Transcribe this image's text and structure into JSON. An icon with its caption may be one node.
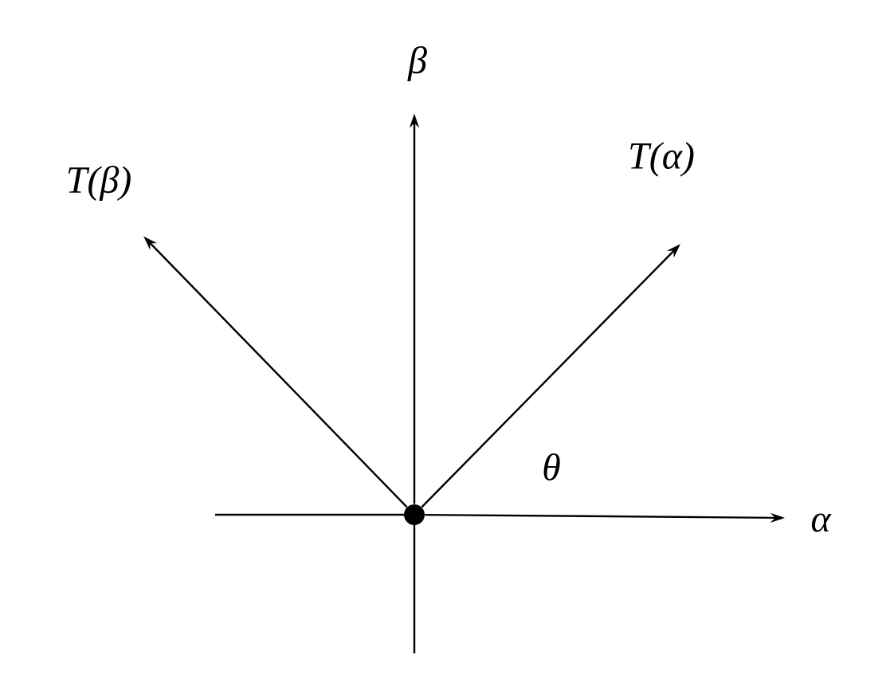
{
  "diagram": {
    "nodes": [
      {
        "text": [],
        "shape": "circle"
      },
      {
        "text": [
          "α"
        ]
      },
      {
        "text": [
          "β"
        ]
      },
      {
        "text": [
          "T(α)"
        ]
      },
      {
        "text": [
          "T(β)"
        ]
      }
    ],
    "edges": [
      {
        "from": 0,
        "to": 1,
        "arrow": "to"
      },
      {
        "from": 0,
        "to": 2,
        "arrow": "to"
      },
      {
        "from": 0,
        "to": 3,
        "arrow": "to"
      },
      {
        "from": 0,
        "to": 4,
        "arrow": "to"
      }
    ],
    "labels": [
      "θ"
    ]
  }
}
